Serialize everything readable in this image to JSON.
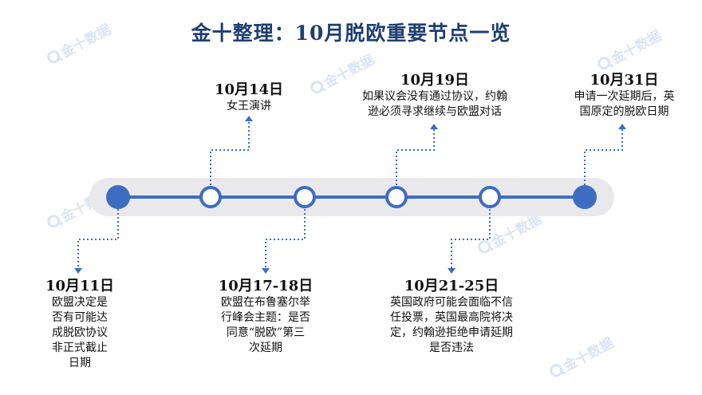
{
  "title": "金十整理：10月脱欧重要节点一览",
  "watermark": "金十数据",
  "colors": {
    "accent": "#3e6cc0",
    "title": "#1f3e73",
    "track": "#e9e9ec",
    "watermark": "#dbe4f2"
  },
  "events": [
    {
      "date": "10月11日",
      "lines": [
        "欧盟决定是",
        "否有可能达",
        "成脱欧协议",
        "非正式截止",
        "日期"
      ]
    },
    {
      "date": "10月14日",
      "lines": [
        "女王演讲"
      ]
    },
    {
      "date": "10月17-18日",
      "lines": [
        "欧盟在布鲁塞尔举",
        "行峰会主题：是否",
        "同意“脱欧”第三",
        "次延期"
      ]
    },
    {
      "date": "10月19日",
      "lines": [
        "如果议会没有通过协议，约翰",
        "逊必须寻求继续与欧盟对话"
      ]
    },
    {
      "date": "10月21-25日",
      "lines": [
        "英国政府可能会面临不信",
        "任投票，英国最高院将决",
        "定，约翰逊拒绝申请延期",
        "是否违法"
      ]
    },
    {
      "date": "10月31日",
      "lines": [
        "申请一次延期后，英",
        "国原定的脱欧日期"
      ]
    }
  ]
}
